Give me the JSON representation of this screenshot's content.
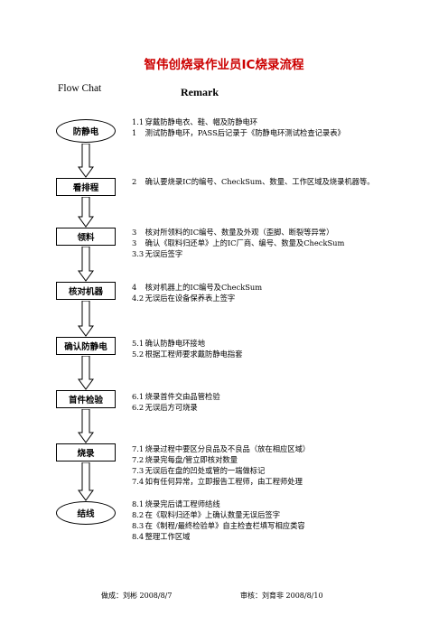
{
  "title": "智伟创烧录作业员IC烧录流程",
  "headers": {
    "flow": "Flow Chat",
    "remark": "Remark"
  },
  "steps": [
    {
      "label": "防静电",
      "lines": [
        {
          "num": "1.1",
          "text": "穿戴防静电衣、鞋、帽及防静电环"
        },
        {
          "num": "1",
          "text": "测试防静电环，PASS后记录于《防静电环测试检查记录表》"
        }
      ]
    },
    {
      "label": "看排程",
      "lines": [
        {
          "num": "2",
          "text": "确认要烧录IC的编号、CheckSum、数量、工作区域及烧录机器等。"
        }
      ]
    },
    {
      "label": "领料",
      "lines": [
        {
          "num": "3",
          "text": "核对所领料的IC编号、数量及外观（歪脚、断裂等异常）"
        },
        {
          "num": "3",
          "text": "确认《取料归还单》上的IC厂商、编号、数量及CheckSum"
        },
        {
          "num": "3.3",
          "text": "无误后签字"
        }
      ]
    },
    {
      "label": "核对机器",
      "lines": [
        {
          "num": "4",
          "text": "核对机器上的IC编号及CheckSum"
        },
        {
          "num": "4.2",
          "text": "无误后在设备保养表上签字"
        }
      ]
    },
    {
      "label": "确认防静电",
      "lines": [
        {
          "num": "5.1",
          "text": "确认防静电环接地"
        },
        {
          "num": "5.2",
          "text": "根据工程师要求戴防静电指套"
        }
      ]
    },
    {
      "label": "首件检验",
      "lines": [
        {
          "num": "6.1",
          "text": "烧录首件交由品管检验"
        },
        {
          "num": "6.2",
          "text": "无误后方可烧录"
        }
      ]
    },
    {
      "label": "烧录",
      "lines": [
        {
          "num": "7.1",
          "text": "烧录过程中要区分良品及不良品（放在相应区域）"
        },
        {
          "num": "7.2",
          "text": "烧录完每盘/管立即核对数量"
        },
        {
          "num": "7.3",
          "text": "无误后在盘的凹处或管的一端做标记"
        },
        {
          "num": "7.4",
          "text": "如有任何异常，立即报告工程师，由工程师处理"
        }
      ]
    },
    {
      "label": "结线",
      "lines": [
        {
          "num": "8.1",
          "text": "烧录完后请工程师结线"
        },
        {
          "num": "8.2",
          "text": "在《取料归还单》上确认数量无误后签字"
        },
        {
          "num": "8.3",
          "text": "在《制程/最终检验单》自主检查栏填写相应类容"
        },
        {
          "num": "8.4",
          "text": "整理工作区域"
        }
      ]
    }
  ],
  "footer": {
    "made_by": "做成：刘彬 2008/8/7",
    "reviewed_by": "审核：刘育非  2008/8/10"
  }
}
